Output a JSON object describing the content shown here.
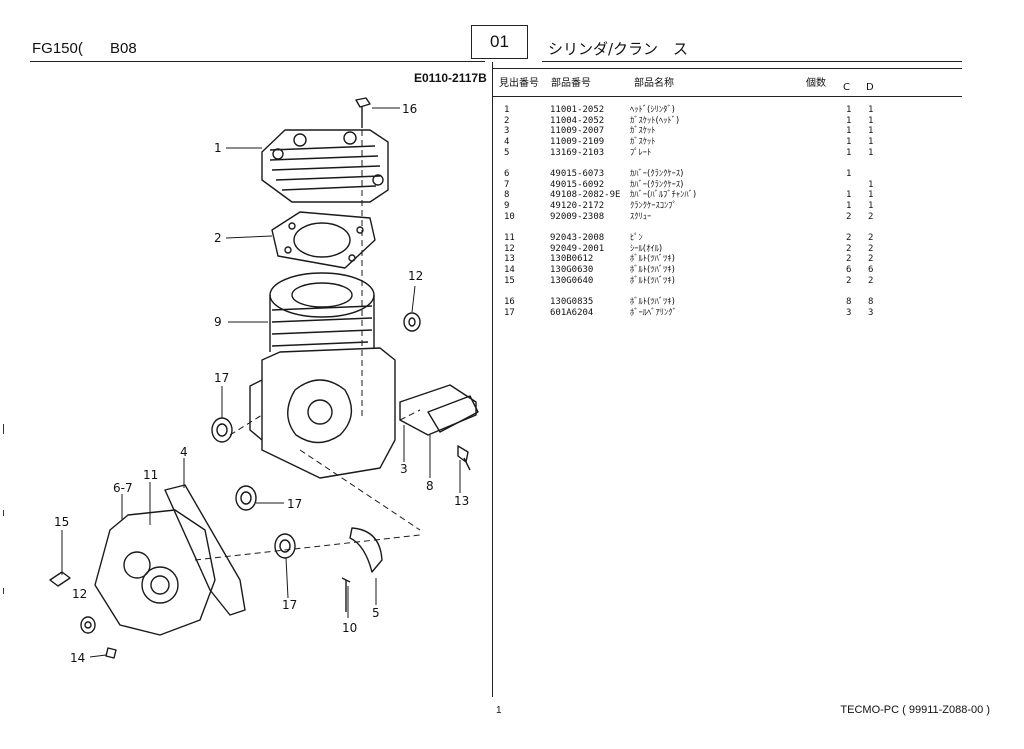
{
  "header": {
    "model": "FG150(",
    "section": "B08",
    "figure_no": "01",
    "title": "シリンダ/クラン　ス",
    "catalog_code": "E0110-2117B"
  },
  "columns": {
    "ref_no": "見出番号",
    "part_no": "部品番号",
    "part_name": "部品名称",
    "qty": "個数",
    "c": "C",
    "d": "D"
  },
  "groups": [
    [
      {
        "no": "1",
        "part": "11001-2052",
        "name": "ﾍｯﾄﾞ(ｼﾘﾝﾀﾞ)",
        "c": "1",
        "d": "1"
      },
      {
        "no": "2",
        "part": "11004-2052",
        "name": "ｶﾞｽｹｯﾄ(ﾍｯﾄﾞ)",
        "c": "1",
        "d": "1"
      },
      {
        "no": "3",
        "part": "11009-2007",
        "name": "ｶﾞｽｹｯﾄ",
        "c": "1",
        "d": "1"
      },
      {
        "no": "4",
        "part": "11009-2109",
        "name": "ｶﾞｽｹｯﾄ",
        "c": "1",
        "d": "1"
      },
      {
        "no": "5",
        "part": "13169-2103",
        "name": "ﾌﾟﾚｰﾄ",
        "c": "1",
        "d": "1"
      }
    ],
    [
      {
        "no": "6",
        "part": "49015-6073",
        "name": "ｶﾊﾞｰ(ｸﾗﾝｸｹｰｽ)",
        "c": "1",
        "d": ""
      },
      {
        "no": "7",
        "part": "49015-6092",
        "name": "ｶﾊﾞｰ(ｸﾗﾝｸｹｰｽ)",
        "c": "",
        "d": "1"
      },
      {
        "no": "8",
        "part": "49108-2082-9E",
        "name": "ｶﾊﾞｰ(ﾊﾞﾙﾌﾞﾁｬﾝﾊﾞ)",
        "c": "1",
        "d": "1"
      },
      {
        "no": "9",
        "part": "49120-2172",
        "name": "ｸﾗﾝｸｹｰｽｺﾝﾌﾟ",
        "c": "1",
        "d": "1"
      },
      {
        "no": "10",
        "part": "92009-2308",
        "name": "ｽｸﾘｭｰ",
        "c": "2",
        "d": "2"
      }
    ],
    [
      {
        "no": "11",
        "part": "92043-2008",
        "name": "ﾋﾟﾝ",
        "c": "2",
        "d": "2"
      },
      {
        "no": "12",
        "part": "92049-2001",
        "name": "ｼｰﾙ(ｵｲﾙ)",
        "c": "2",
        "d": "2"
      },
      {
        "no": "13",
        "part": "130B0612",
        "name": "ﾎﾞﾙﾄ(ﾂﾊﾞﾂｷ)",
        "c": "2",
        "d": "2"
      },
      {
        "no": "14",
        "part": "130G0630",
        "name": "ﾎﾞﾙﾄ(ﾂﾊﾞﾂｷ)",
        "c": "6",
        "d": "6"
      },
      {
        "no": "15",
        "part": "130G0640",
        "name": "ﾎﾞﾙﾄ(ﾂﾊﾞﾂｷ)",
        "c": "2",
        "d": "2"
      }
    ],
    [
      {
        "no": "16",
        "part": "130G0835",
        "name": "ﾎﾞﾙﾄ(ﾂﾊﾞﾂｷ)",
        "c": "8",
        "d": "8"
      },
      {
        "no": "17",
        "part": "601A6204",
        "name": "ﾎﾞｰﾙﾍﾞｱﾘﾝｸﾞ",
        "c": "3",
        "d": "3"
      }
    ]
  ],
  "callouts": {
    "c1": "1",
    "c2": "2",
    "c3": "3",
    "c4": "4",
    "c5": "5",
    "c67": "6-7",
    "c8": "8",
    "c9": "9",
    "c10": "10",
    "c11": "11",
    "c12a": "12",
    "c12b": "12",
    "c13": "13",
    "c14": "14",
    "c15": "15",
    "c16": "16",
    "c17a": "17",
    "c17b": "17",
    "c17c": "17"
  },
  "page_number": "1",
  "footer": "TECMO-PC ( 99911-Z088-00 )"
}
